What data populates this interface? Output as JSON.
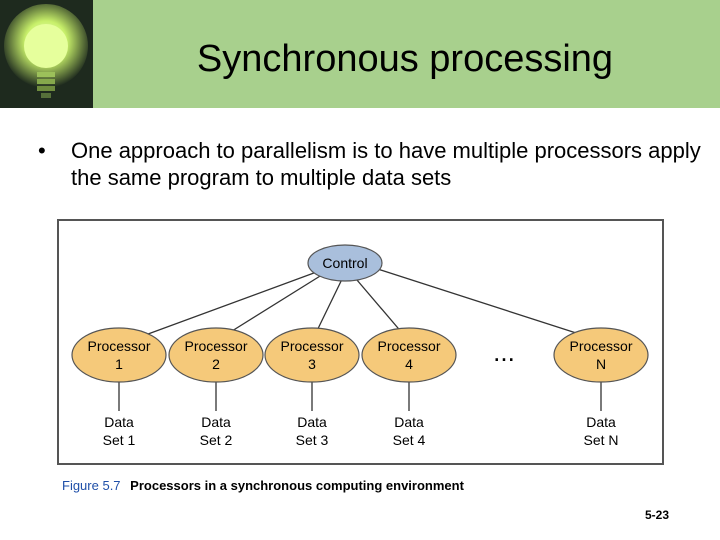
{
  "slide": {
    "title": "Synchronous processing",
    "bullet": "One approach to parallelism is to have multiple processors apply the same program to multiple data sets",
    "bullet_marker": "•",
    "page_number": "5-23"
  },
  "diagram": {
    "control_label": "Control",
    "ellipsis": "...",
    "processors": [
      {
        "line1": "Processor",
        "line2": "1",
        "data1": "Data",
        "data2": "Set 1"
      },
      {
        "line1": "Processor",
        "line2": "2",
        "data1": "Data",
        "data2": "Set 2"
      },
      {
        "line1": "Processor",
        "line2": "3",
        "data1": "Data",
        "data2": "Set 3"
      },
      {
        "line1": "Processor",
        "line2": "4",
        "data1": "Data",
        "data2": "Set 4"
      },
      {
        "line1": "Processor",
        "line2": "N",
        "data1": "Data",
        "data2": "Set N"
      }
    ],
    "caption_number": "Figure 5.7",
    "caption_text": "Processors in a synchronous computing environment",
    "colors": {
      "processor_fill": "#f5c97a",
      "control_fill": "#a9bfdc",
      "header_band": "#a8d08d"
    }
  }
}
